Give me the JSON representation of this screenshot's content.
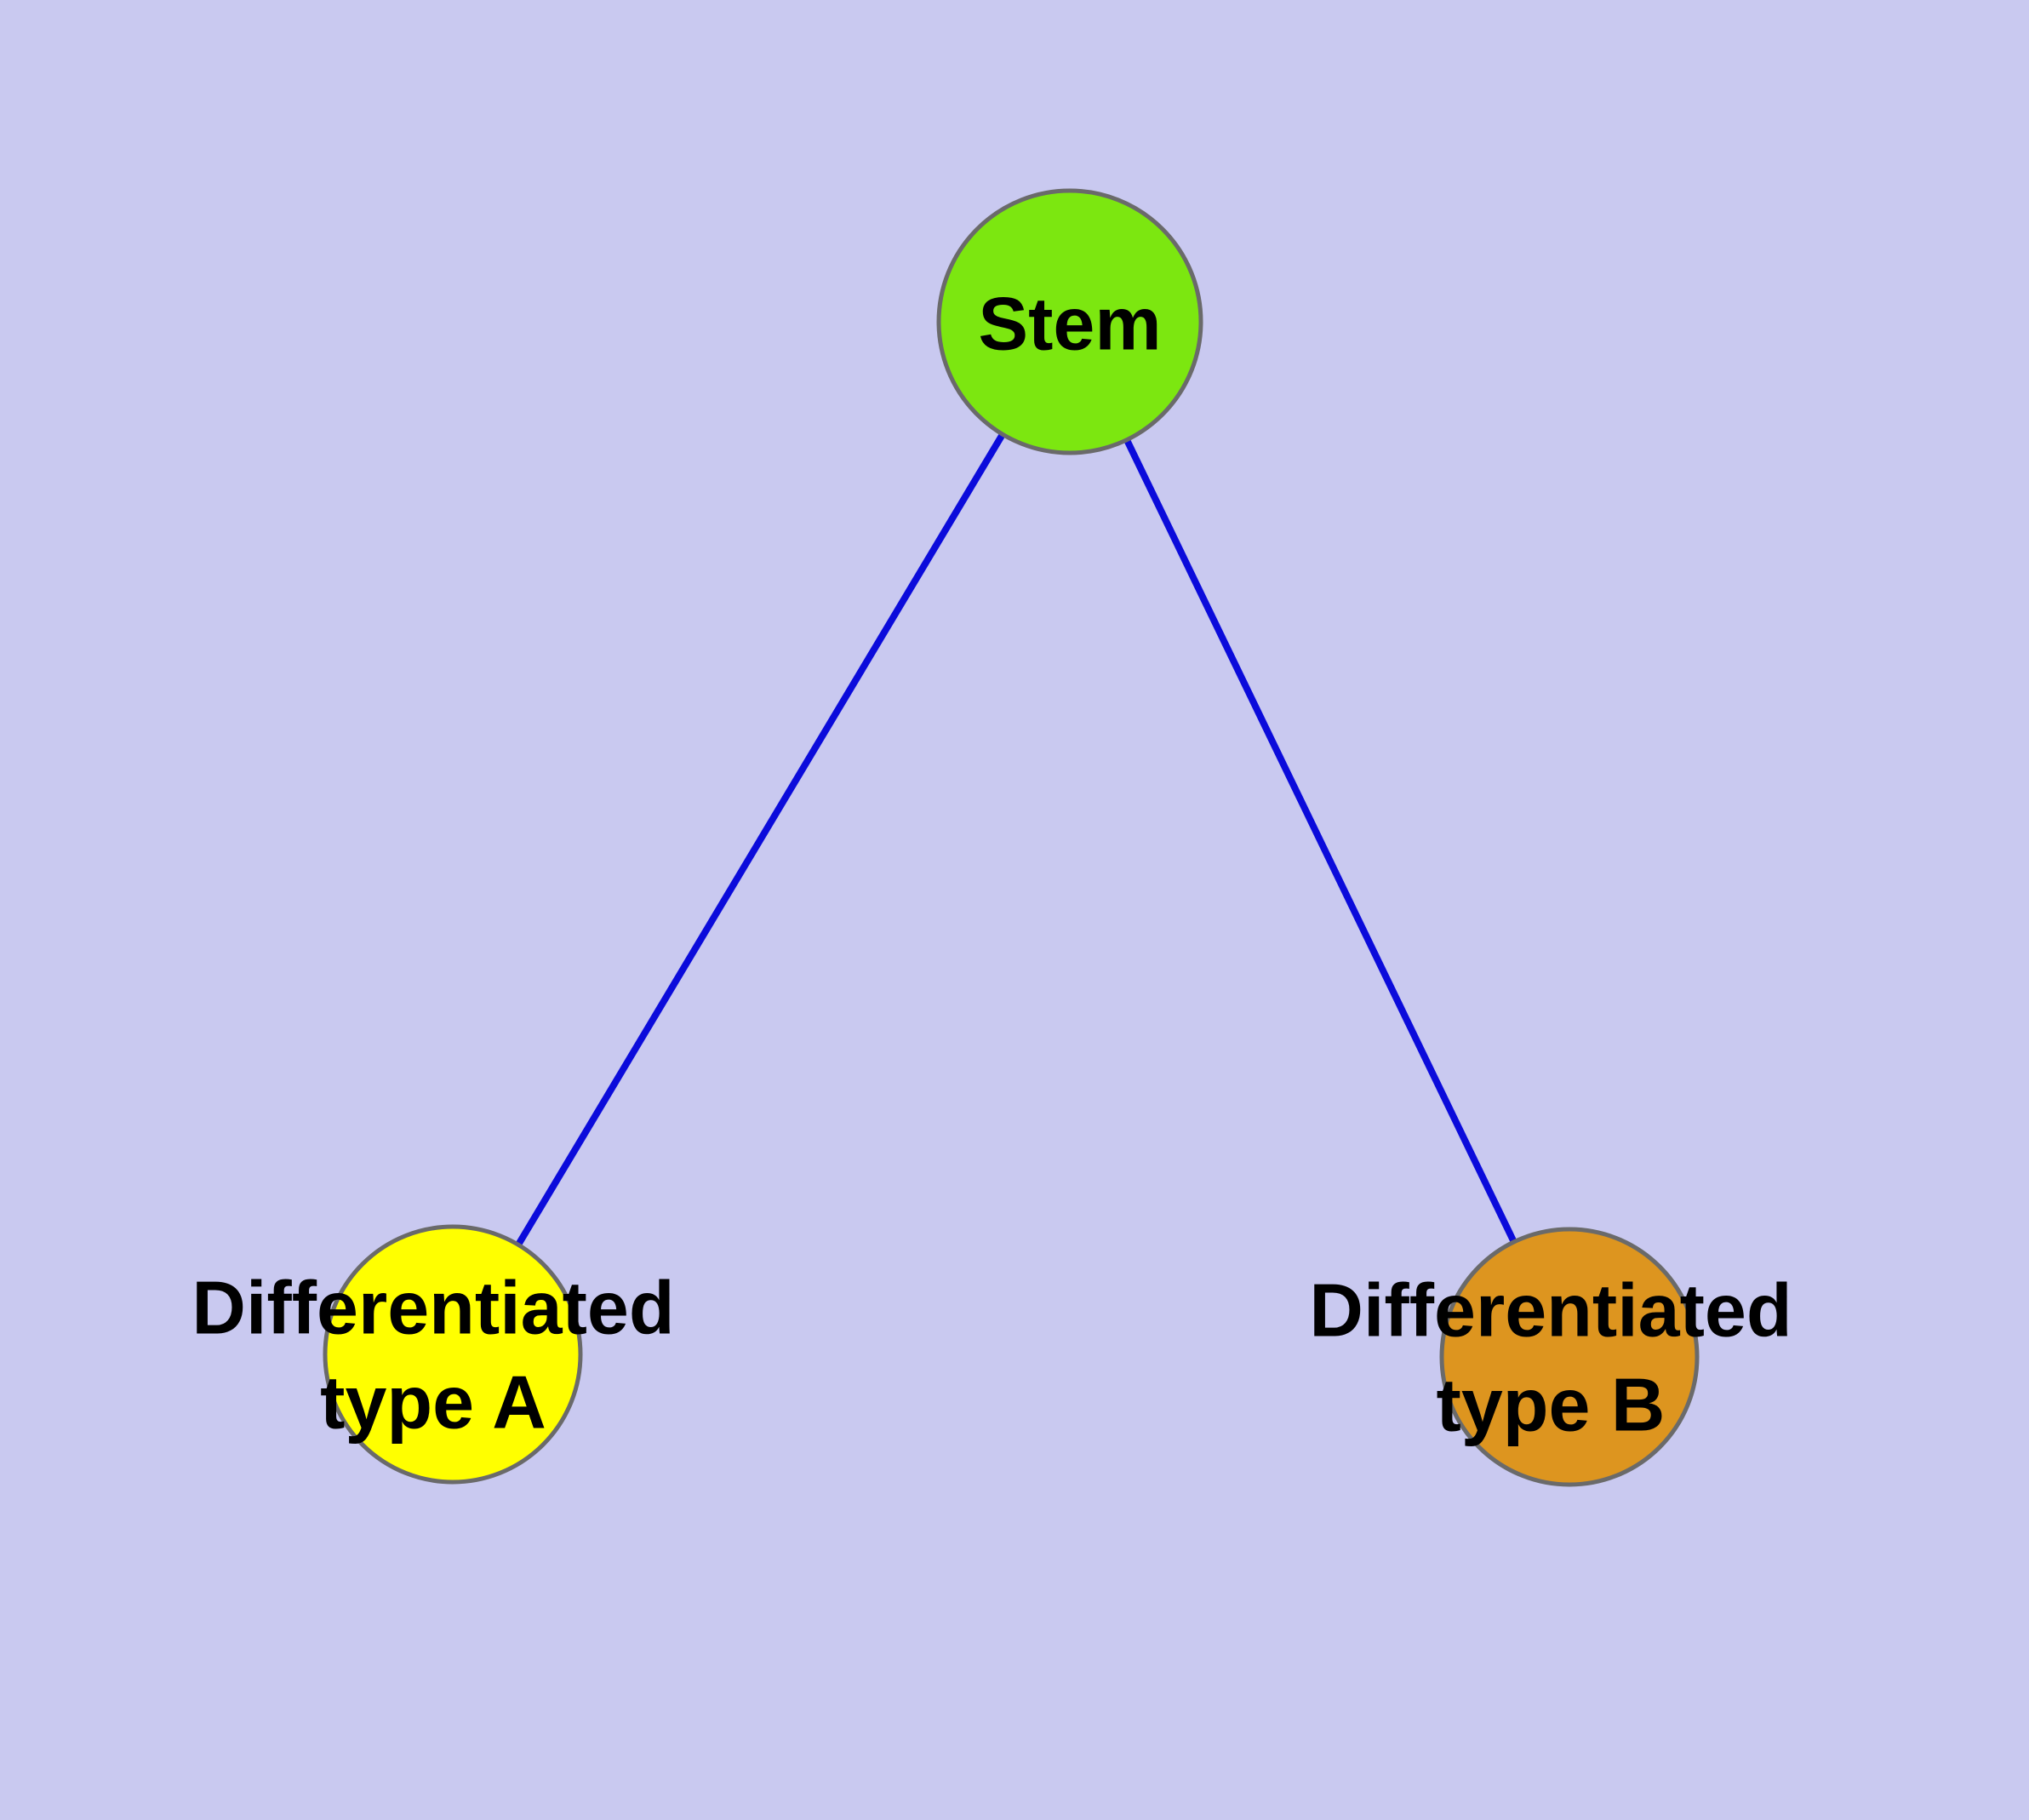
{
  "diagram": {
    "background_color": "#c9c9f0",
    "edge_color": "#0b0bdb",
    "node_border_color": "#6a6a6a",
    "label_color": "#000000",
    "nodes": {
      "stem": {
        "label": "Stem",
        "fill_color": "#7ce710"
      },
      "type_a": {
        "label_line1": "Differentiated",
        "label_line2": "type A",
        "fill_color": "#ffff00"
      },
      "type_b": {
        "label_line1": "Differentiated",
        "label_line2": "type B",
        "fill_color": "#dd951f"
      }
    },
    "edges": [
      {
        "from": "Stem",
        "to": "Differentiated type A"
      },
      {
        "from": "Stem",
        "to": "Differentiated type B"
      }
    ]
  }
}
